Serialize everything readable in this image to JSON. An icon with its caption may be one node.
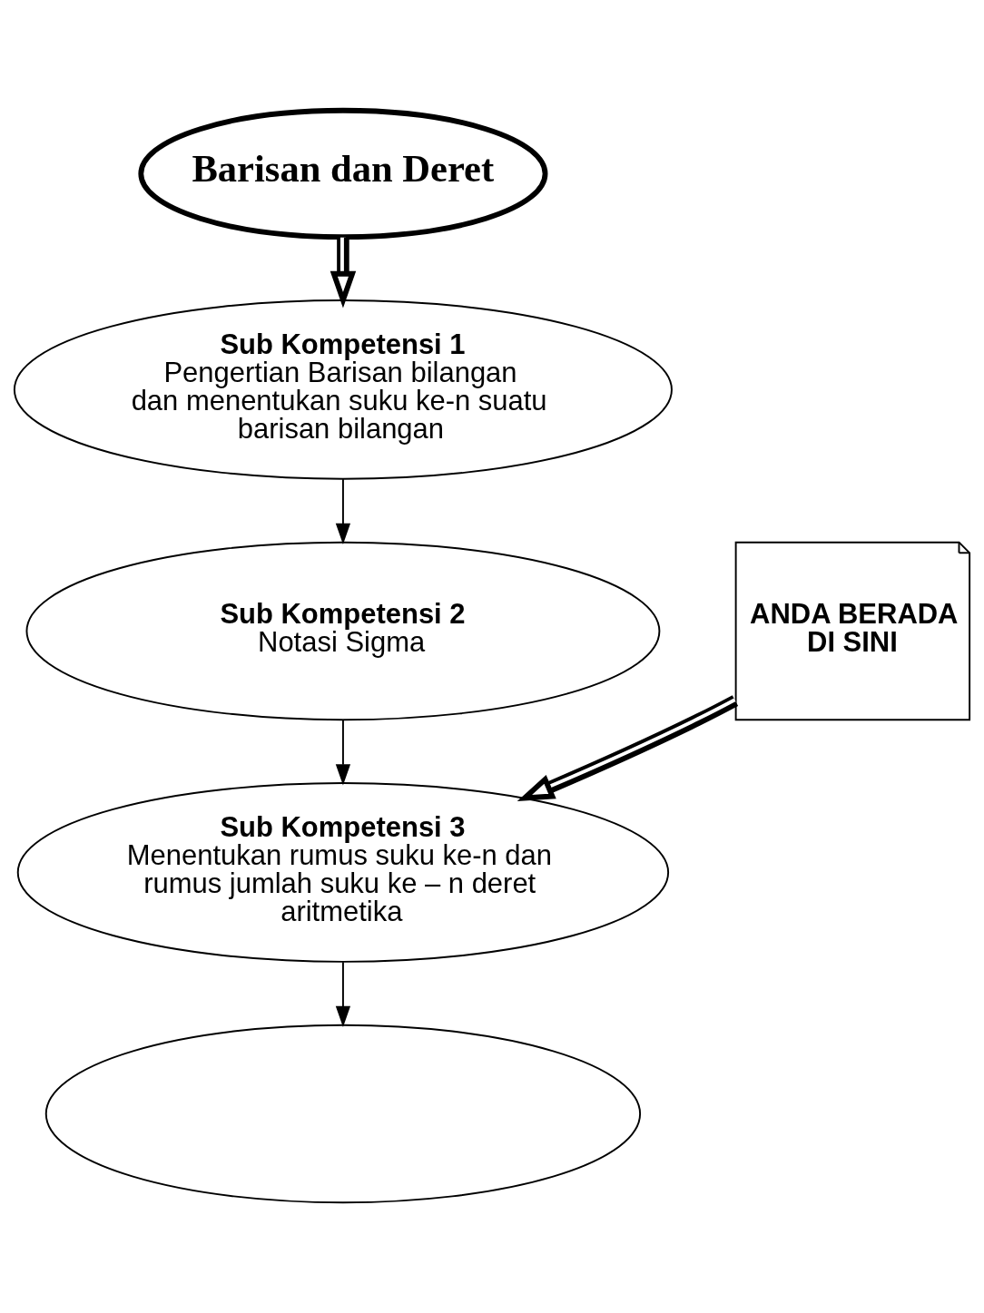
{
  "diagram": {
    "nodes": [
      {
        "text": [
          "Barisan dan Deret"
        ]
      },
      {
        "text": [
          "Sub Kompetensi 1",
          "Pengertian Barisan bilangan dan menentukan suku ke-n suatu barisan bilangan"
        ]
      },
      {
        "text": [
          "Sub Kompetensi 2",
          "Notasi Sigma"
        ]
      },
      {
        "text": [
          "Sub Kompetensi 3",
          "Menentukan rumus suku ke-n dan rumus jumlah suku ke – n deret aritmetika"
        ]
      },
      {
        "text": [],
        "shape": "ellipse"
      },
      {
        "text": [
          "ANDA BERADA DI SINI"
        ]
      }
    ],
    "edges": [
      {
        "from": 0,
        "to": 1,
        "arrow": "to",
        "style": "thick"
      },
      {
        "from": 1,
        "to": 2,
        "arrow": "to"
      },
      {
        "from": 2,
        "to": 3,
        "arrow": "to"
      },
      {
        "from": 3,
        "to": 4,
        "arrow": "to"
      },
      {
        "from": 5,
        "to": 3,
        "arrow": "to",
        "style": "thick"
      }
    ]
  }
}
